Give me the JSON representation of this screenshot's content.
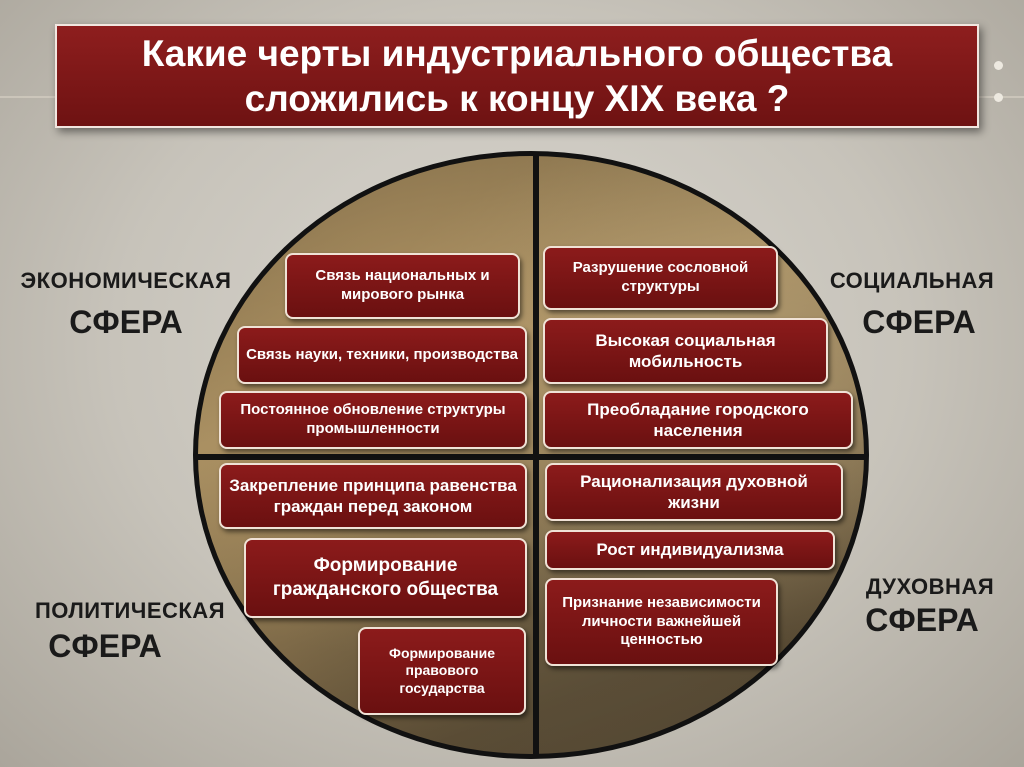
{
  "title": "Какие черты индустриального общества сложились к концу XIX века ?",
  "spheres": {
    "economic": {
      "line1": "ЭКОНОМИЧЕСКАЯ",
      "line2": "СФЕРА"
    },
    "social": {
      "line1": "СОЦИАЛЬНАЯ",
      "line2": "СФЕРА"
    },
    "political": {
      "line1": "ПОЛИТИЧЕСКАЯ",
      "line2": "СФЕРА"
    },
    "spiritual": {
      "line1": "ДУХОВНАЯ",
      "line2": "СФЕРА"
    }
  },
  "economic_items": [
    "Связь национальных и мирового рынка",
    "Связь науки, техники, производства",
    "Постоянное обновление структуры промышленности"
  ],
  "social_items": [
    "Разрушение сословной структуры",
    "Высокая социальная мобильность",
    "Преобладание городского населения"
  ],
  "political_items": [
    "Закрепление принципа равенства граждан перед законом",
    "Формирование гражданского общества",
    "Формирование правового государства"
  ],
  "spiritual_items": [
    "Рационализация духовной жизни",
    "Рост индивидуализма",
    "Признание независимости личности важнейшей ценностью"
  ],
  "colors": {
    "box": "#7a1616",
    "title_bg": "#7e1818",
    "text": "#ffffff"
  }
}
